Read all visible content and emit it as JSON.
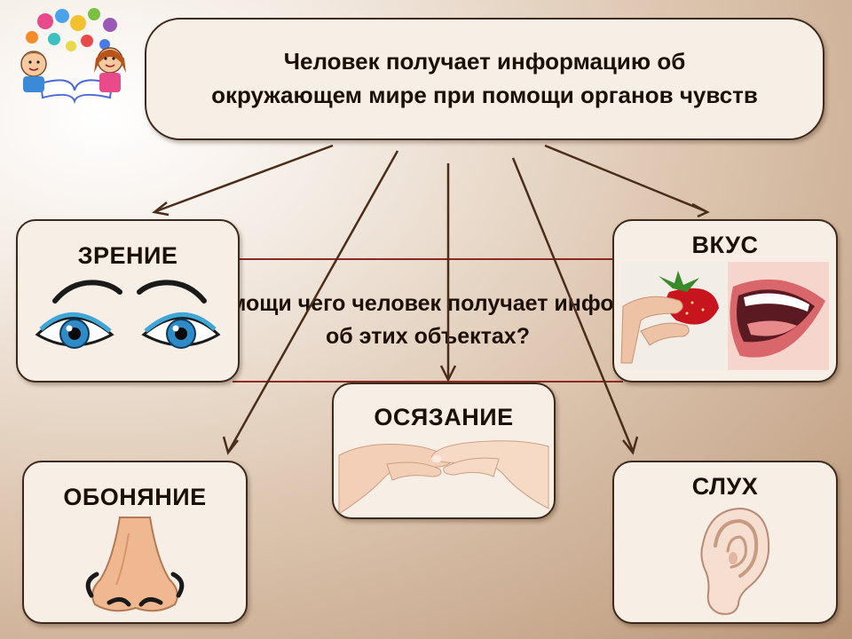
{
  "main": {
    "line1": "Человек получает информацию об",
    "line2": "окружающем мире при помощи органов чувств"
  },
  "question": {
    "line1": "При помощи чего человек получает информацию",
    "line2": "об этих объектах?"
  },
  "senses": {
    "vision": "ЗРЕНИЕ",
    "taste": "ВКУС",
    "touch": "ОСЯЗАНИЕ",
    "smell": "ОБОНЯНИЕ",
    "hearing": "СЛУХ"
  },
  "colors": {
    "box_fill": "#f7efe6",
    "box_border": "#3e2a1c",
    "arrow": "#4a2e1a",
    "question_rule": "#8a2a22"
  }
}
